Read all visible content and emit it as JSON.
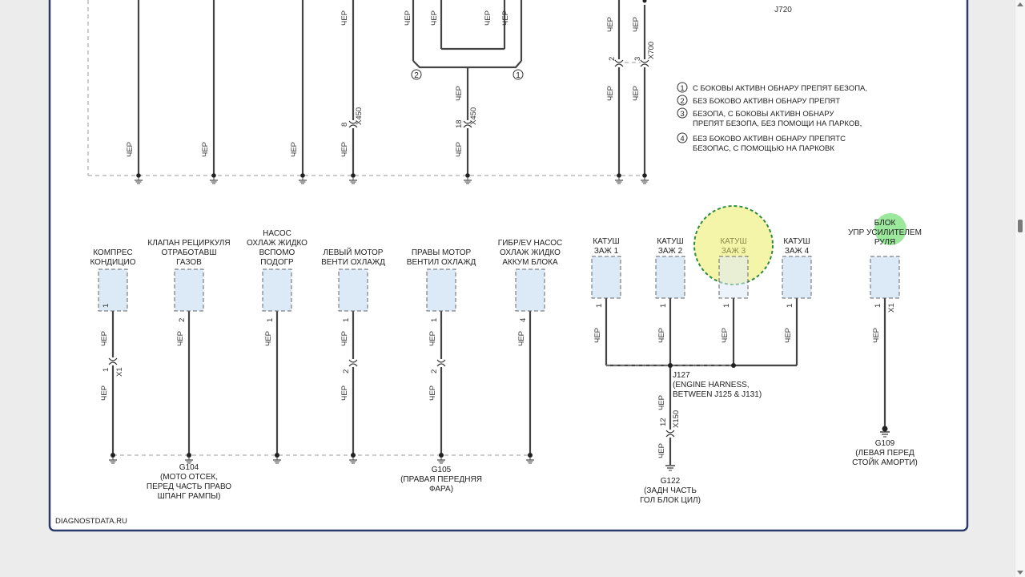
{
  "footer": {
    "source": "DIAGNOSTDATA.RU"
  },
  "top": {
    "connector_j720": "J720",
    "wire_label": "ЧЕР",
    "pin_8": "8",
    "conn_x450_a": "X450",
    "pin_18": "18",
    "conn_x450_b": "X450",
    "pin_2": "2",
    "pin_3": "3",
    "conn_x700": "X700",
    "note_marker_1": "1",
    "note_marker_2": "2"
  },
  "notes": [
    {
      "n": "1",
      "lines": [
        "С БОКОВЫ АКТИВН ОБНАРУ ПРЕПЯТ БЕЗОПА,"
      ]
    },
    {
      "n": "2",
      "lines": [
        "БЕЗ БОКОВО АКТИВН ОБНАРУ ПРЕПЯТ"
      ]
    },
    {
      "n": "3",
      "lines": [
        "БЕЗОПА, С БОКОВЫ АКТИВН ОБНАРУ",
        "ПРЕПЯТ БЕЗОПА, БЕЗ ПОМОЩИ НА ПАРКОВ,"
      ]
    },
    {
      "n": "4",
      "lines": [
        "БЕЗ БОКОВО АКТИВН ОБНАРУ ПРЕПЯТС",
        "БЕЗОПАС, С ПОМОЩЬЮ НА ПАРКОВК"
      ]
    }
  ],
  "components": [
    {
      "lines": [
        "КОМПРЕС",
        "КОНДИЦИО"
      ],
      "pin": "1",
      "conn_pin": "1",
      "conn": "X1"
    },
    {
      "lines": [
        "КЛАПАН РЕЦИРКУЛЯ",
        "ОТРАБОТАВШ",
        "ГАЗОВ"
      ],
      "pin": "2"
    },
    {
      "lines": [
        "НАСОС",
        "ОХЛАЖ ЖИДКО",
        "ВСПОМО",
        "ПОДОГР"
      ],
      "pin": "1"
    },
    {
      "lines": [
        "ЛЕВЫЙ МОТОР",
        "ВЕНТИ ОХЛАЖД"
      ],
      "pin": "1",
      "conn_pin": "2"
    },
    {
      "lines": [
        "ПРАВЫ МОТОР",
        "ВЕНТИЛ ОХЛАЖД"
      ],
      "pin": "1",
      "conn_pin": "2"
    },
    {
      "lines": [
        "ГИБР/EV НАСОС",
        "ОХЛАЖ ЖИДКО",
        "АККУМ БЛОКА"
      ],
      "pin": "4"
    },
    {
      "lines": [
        "КАТУШ",
        "ЗАЖ 1"
      ],
      "pin": "1"
    },
    {
      "lines": [
        "КАТУШ",
        "ЗАЖ 2"
      ],
      "pin": "1"
    },
    {
      "lines": [
        "КАТУШ",
        "ЗАЖ 3"
      ],
      "pin": "1"
    },
    {
      "lines": [
        "КАТУШ",
        "ЗАЖ 4"
      ],
      "pin": "1"
    },
    {
      "lines": [
        "БЛОК",
        "УПР УСИЛИТЕЛЕМ",
        "РУЛЯ"
      ],
      "pin": "1",
      "conn": "X1"
    }
  ],
  "splice": {
    "lines": [
      "J127",
      "(ENGINE HARNESS,",
      "BETWEEN J125 & J131)"
    ],
    "pin": "12",
    "conn": "X150"
  },
  "grounds": [
    {
      "lines": [
        "G104",
        "(МОТО ОТСЕК,",
        "ПЕРЕД ЧАСТЬ ПРАВО",
        "ШПАНГ РАМПЫ)"
      ]
    },
    {
      "lines": [
        "G105",
        "(ПРАВАЯ ПЕРЕДНЯЯ",
        "ФАРА)"
      ]
    },
    {
      "lines": [
        "G122",
        "(ЗАДН ЧАСТЬ",
        "ГОЛ БЛОК ЦИЛ)"
      ]
    },
    {
      "lines": [
        "G109",
        "(ЛЕВАЯ ПЕРЕД",
        "СТОЙК АМОРТИ)"
      ]
    }
  ]
}
